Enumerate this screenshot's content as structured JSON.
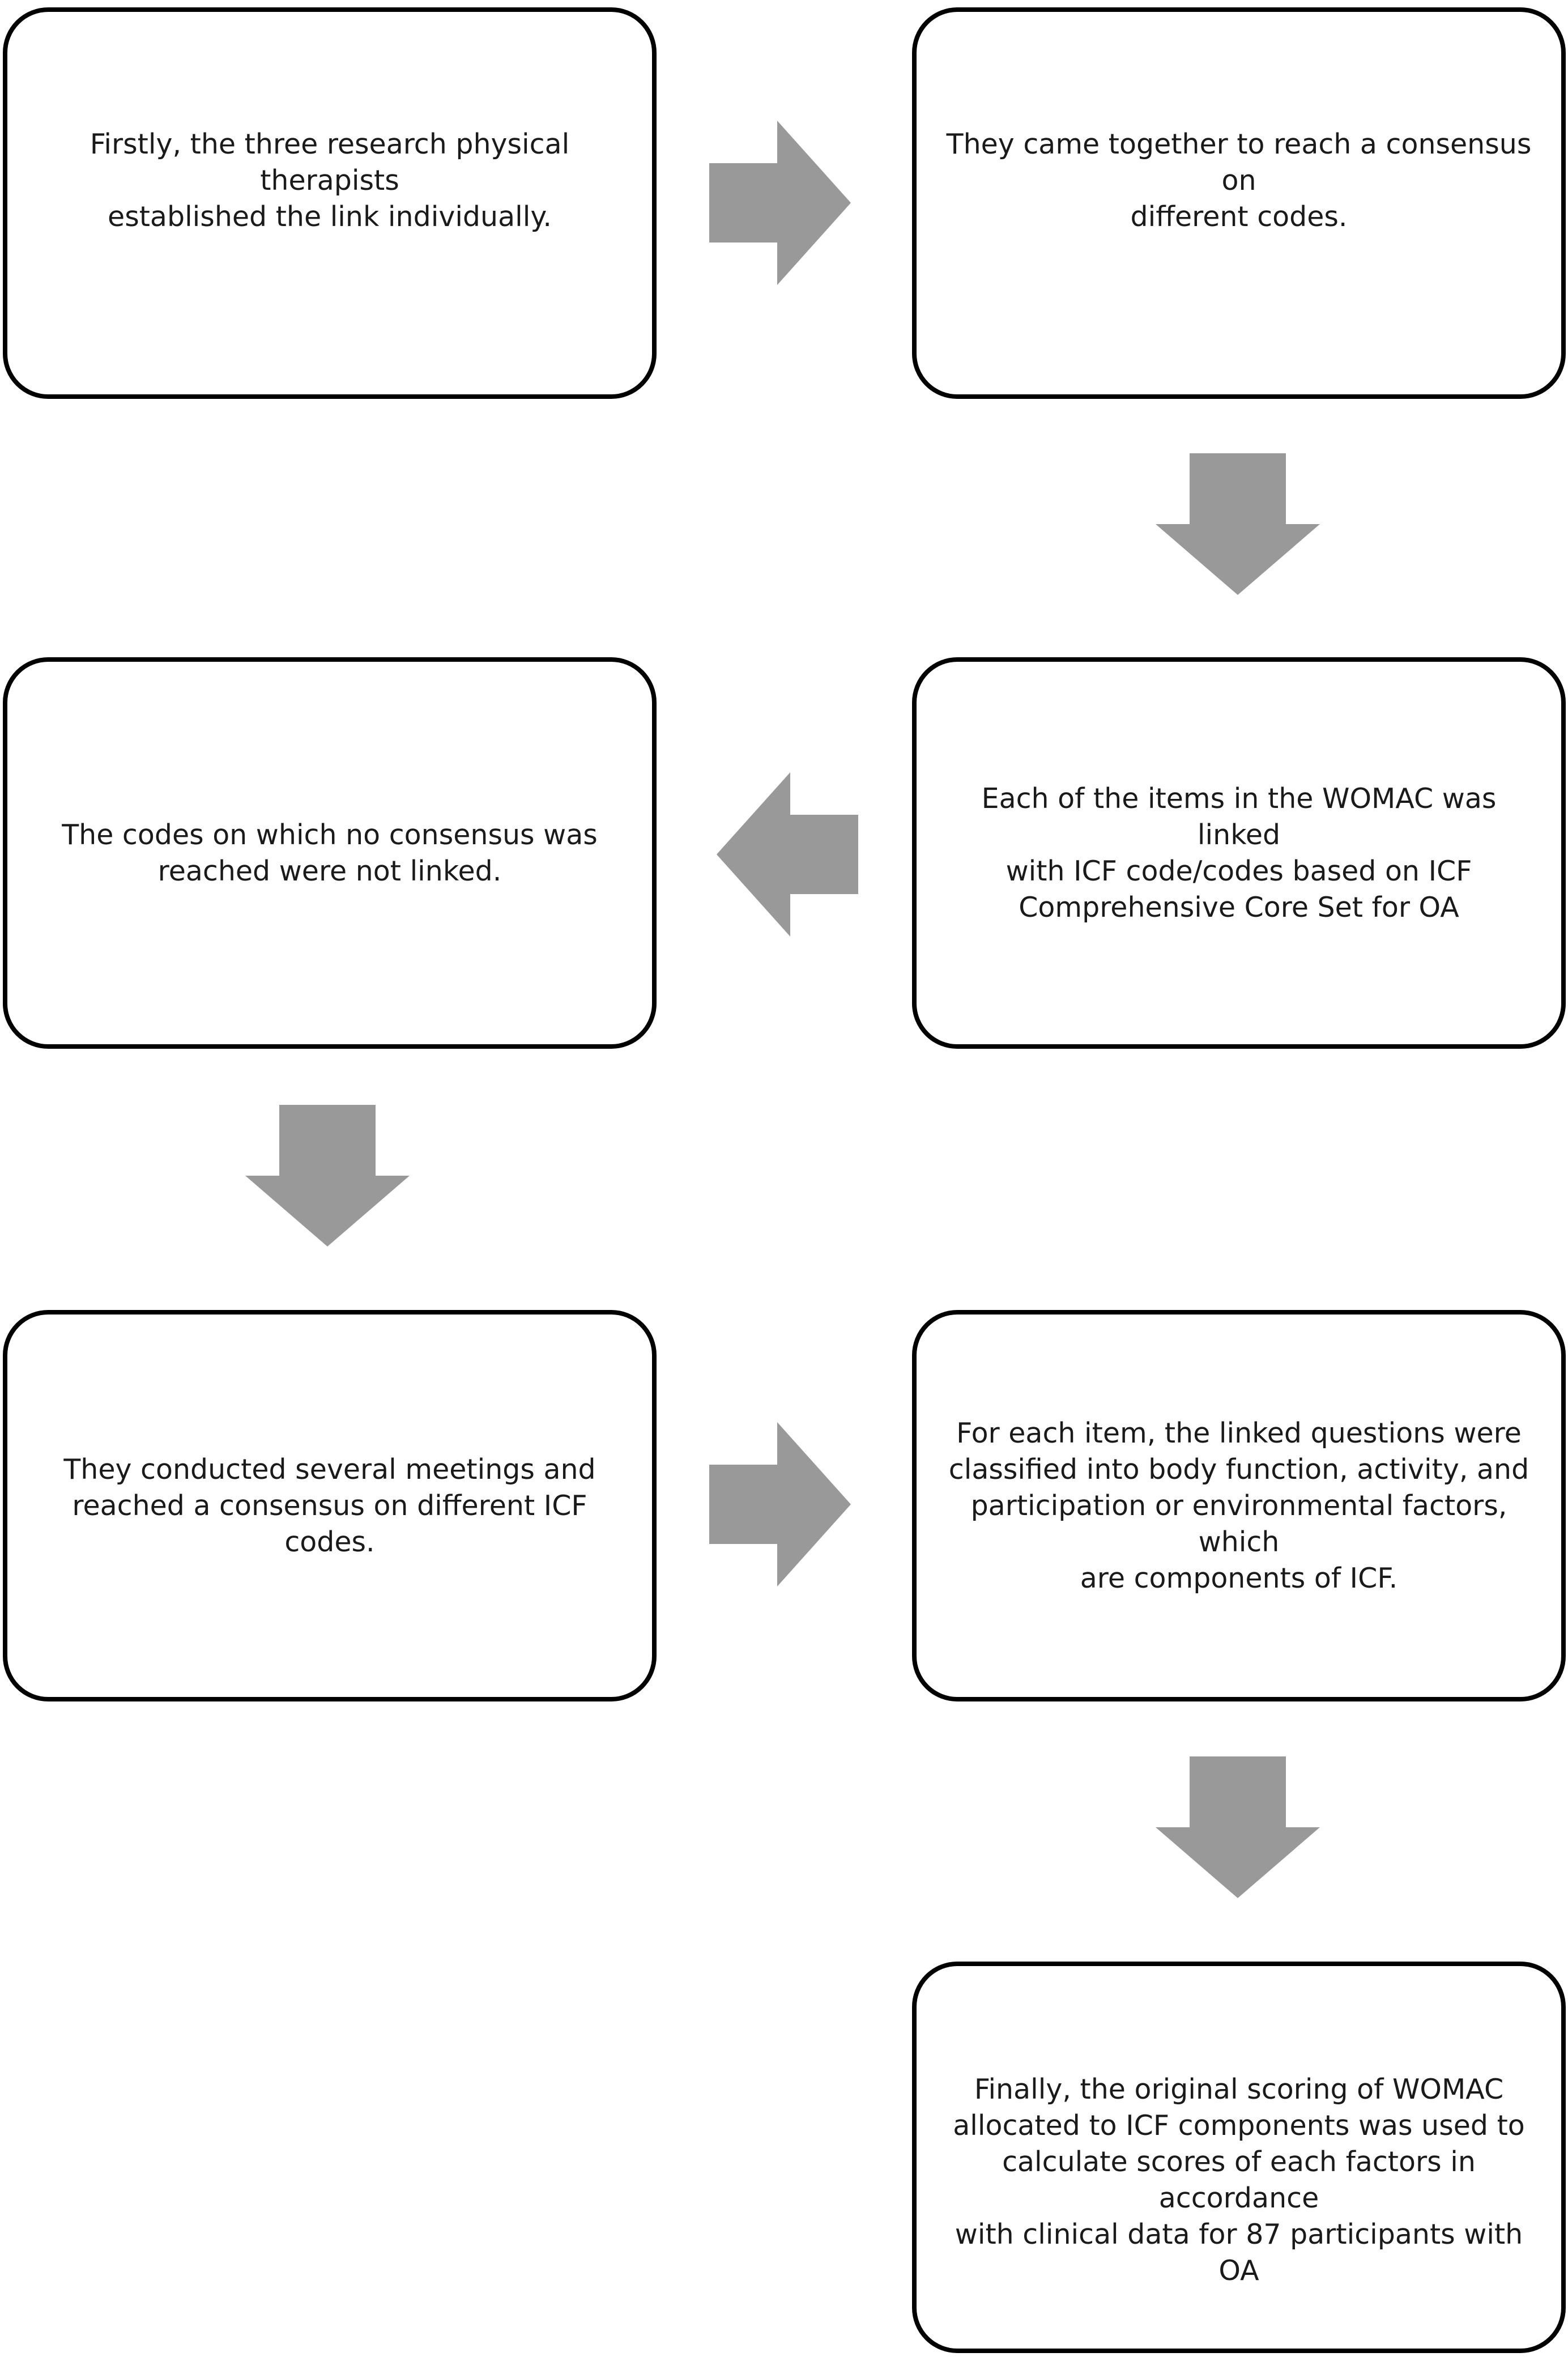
{
  "diagram": {
    "steps": [
      {
        "text": "Firstly, the three research physical therapists\nestablished the link individually."
      },
      {
        "text": "They came together to reach a consensus on\ndifferent codes."
      },
      {
        "text": "Each of the items in the WOMAC was linked\nwith ICF code/codes based on ICF\nComprehensive Core Set for OA"
      },
      {
        "text": "The codes on which no consensus was\nreached were not linked."
      },
      {
        "text": "They conducted several meetings and\nreached a consensus on different ICF codes."
      },
      {
        "text": "For each item, the linked questions were\nclassified into body function, activity, and\nparticipation or environmental factors, which\nare components of ICF."
      },
      {
        "text": "Finally, the original scoring of WOMAC\nallocated to ICF components was used to\ncalculate scores of each factors in accordance\nwith clinical data for 87 participants with OA"
      }
    ],
    "connectors": [
      {
        "from": 1,
        "to": 2,
        "direction": "right"
      },
      {
        "from": 2,
        "to": 3,
        "direction": "down"
      },
      {
        "from": 3,
        "to": 4,
        "direction": "left"
      },
      {
        "from": 4,
        "to": 5,
        "direction": "down"
      },
      {
        "from": 5,
        "to": 6,
        "direction": "right"
      },
      {
        "from": 6,
        "to": 7,
        "direction": "down"
      }
    ],
    "colors": {
      "box_border": "#000000",
      "box_fill": "#ffffff",
      "arrow_fill": "#999999",
      "text": "#1a1a1a"
    }
  }
}
